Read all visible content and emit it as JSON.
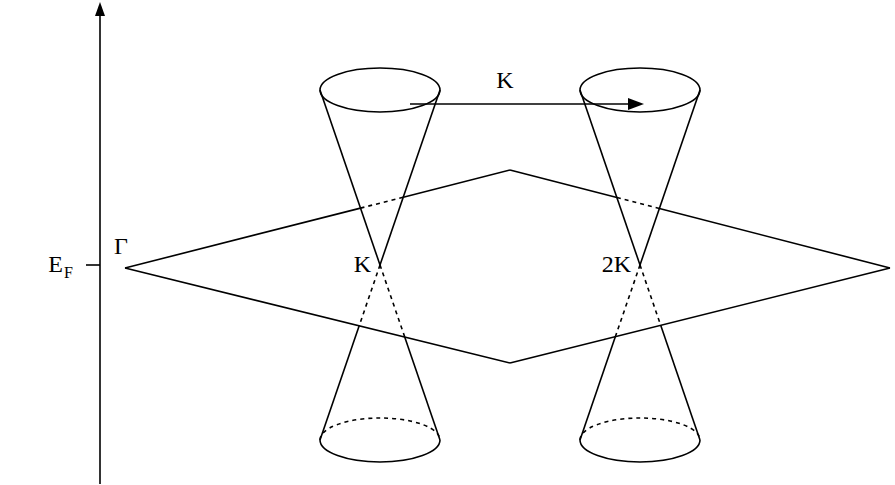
{
  "diagram": {
    "labels": [
      "K",
      "E",
      "F",
      "Γ",
      "K",
      "2K"
    ]
  }
}
